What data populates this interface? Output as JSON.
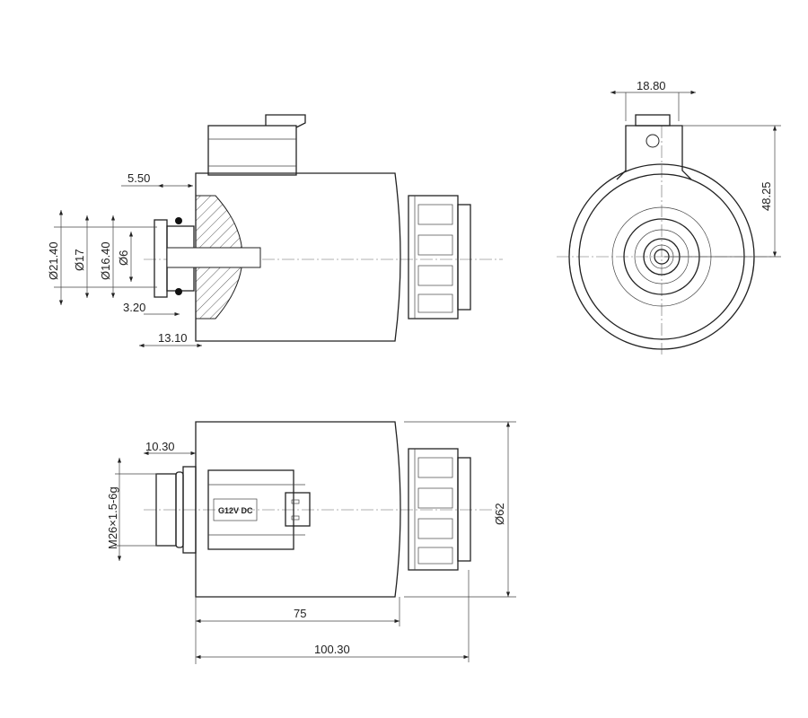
{
  "dimensions": {
    "top_view": {
      "d1": "5.50",
      "d2": "Ø21.40",
      "d3": "Ø17",
      "d4": "Ø16.40",
      "d5": "Ø6",
      "d6": "3.20",
      "d7": "13.10"
    },
    "end_view": {
      "width": "18.80",
      "height": "48.25"
    },
    "side_view": {
      "d1": "10.30",
      "thread": "M26×1.5-6g",
      "diameter": "Ø62",
      "body_length": "75",
      "total_length": "100.30"
    }
  },
  "connector_label": "G12V DC"
}
